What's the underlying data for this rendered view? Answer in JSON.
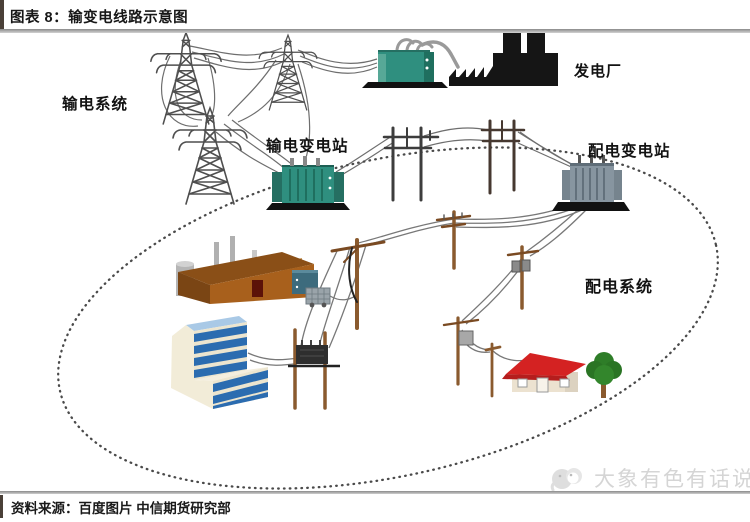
{
  "header": {
    "title": "图表 8：输变电线路示意图"
  },
  "diagram": {
    "labels": {
      "transmission_system": "输电系统",
      "power_plant": "发电厂",
      "transmission_substation": "输电变电站",
      "distribution_substation": "配电变电站",
      "distribution_system": "配电系统"
    },
    "colors": {
      "transformer_teal": "#2f8f7f",
      "plant_silhouette": "#151515",
      "factory_brown": "#a8601c",
      "building_blue": "#2b6cb0",
      "house_roof_red": "#d42222",
      "tree_green": "#2e7d28",
      "pole_brown": "#8a5a2e",
      "wire_gray": "#757575",
      "distribution_transformer_gray": "#8795a0",
      "accent_bar": "#4a4038"
    }
  },
  "footer": {
    "source": "资料来源：百度图片  中信期货研究部"
  },
  "watermark": {
    "text": "大象有色有话说",
    "icon": "elephant-icon"
  }
}
